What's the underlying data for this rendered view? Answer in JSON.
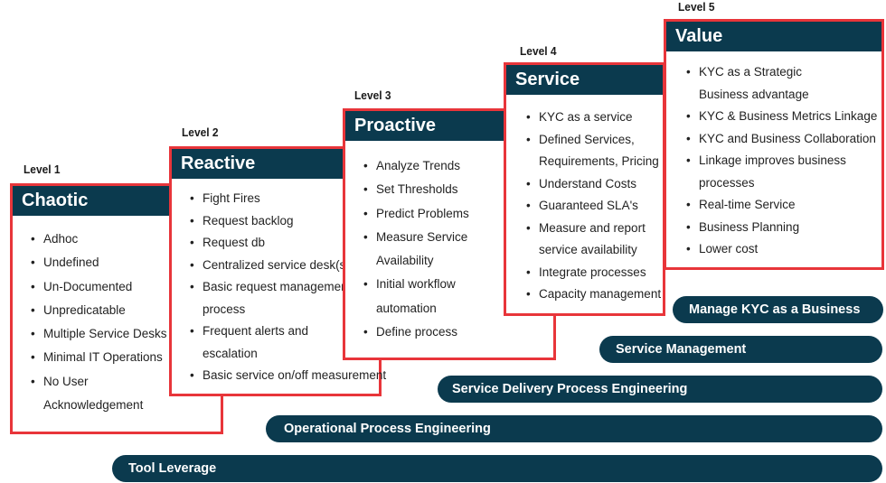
{
  "levels": [
    {
      "label": "Level 1",
      "title": "Chaotic",
      "items": [
        "Adhoc",
        "Undefined",
        "Un-Documented",
        "Unpredicatable",
        "Multiple Service Desks",
        "Minimal IT Operations",
        "No User",
        "Acknowledgement"
      ]
    },
    {
      "label": "Level 2",
      "title": "Reactive",
      "items": [
        "Fight Fires",
        "Request backlog",
        "Request db",
        "Centralized service desk(s)",
        "Basic request management",
        "process",
        "Frequent alerts and",
        "escalation",
        "Basic service on/off measurement"
      ]
    },
    {
      "label": "Level 3",
      "title": "Proactive",
      "items": [
        "Analyze Trends",
        "Set Thresholds",
        "Predict Problems",
        "Measure Service",
        "Availability",
        "Initial workflow",
        "automation",
        "Define process"
      ]
    },
    {
      "label": "Level 4",
      "title": "Service",
      "items": [
        "KYC as a service",
        "Defined Services,",
        "Requirements, Pricing",
        "Understand Costs",
        "Guaranteed SLA's",
        "Measure and report",
        "service availability",
        "Integrate processes",
        "Capacity management"
      ]
    },
    {
      "label": "Level 5",
      "title": "Value",
      "items": [
        "KYC as a Strategic",
        "Business advantage",
        "KYC & Business Metrics Linkage",
        "KYC and Business Collaboration",
        "Linkage improves business",
        "processes",
        "Real-time Service",
        "Business Planning",
        "Lower cost"
      ]
    }
  ],
  "bars": [
    "Manage KYC as a Business",
    "Service Management",
    "Service Delivery Process Engineering",
    "Operational Process Engineering",
    "Tool Leverage"
  ],
  "colors": {
    "accent": "#e8353a",
    "header": "#0b3a4e"
  }
}
